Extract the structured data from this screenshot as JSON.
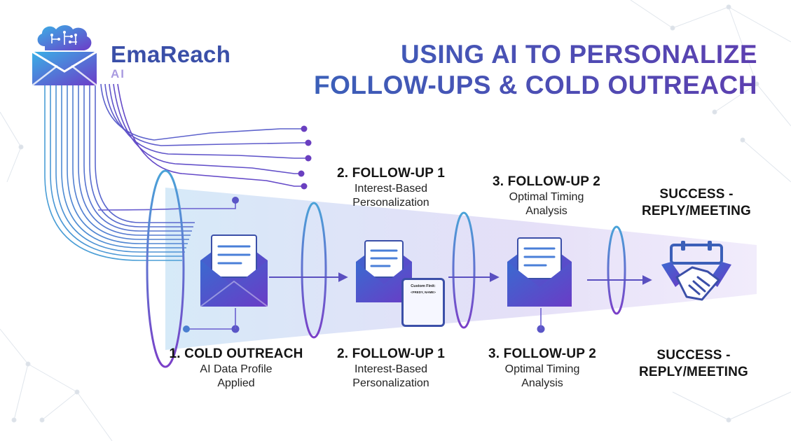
{
  "brand": {
    "name": "EmaReach",
    "sub": "AI"
  },
  "title": {
    "line1": "USING AI TO PERSONALIZE",
    "line2": "FOLLOW-UPS & COLD OUTREACH"
  },
  "stages_top": [
    {
      "heading": "2. FOLLOW-UP 1",
      "line1": "Interest-Based",
      "line2": "Personalization"
    },
    {
      "heading": "3. FOLLOW-UP 2",
      "line1": "Optimal Timing",
      "line2": "Analysis"
    },
    {
      "heading": "SUCCESS -",
      "line1": "REPLY/MEETING"
    }
  ],
  "stages_bottom": [
    {
      "heading": "1. COLD OUTREACH",
      "line1": "AI Data Profile",
      "line2": "Applied"
    },
    {
      "heading": "2. FOLLOW-UP 1",
      "line1": "Interest-Based",
      "line2": "Personalization"
    },
    {
      "heading": "3. FOLLOW-UP 2",
      "line1": "Optimal Timing",
      "line2": "Analysis"
    },
    {
      "heading": "SUCCESS -",
      "line1": "REPLY/MEETING"
    }
  ],
  "template_card": {
    "title": "Custom Finit:",
    "field": "<FREDY, NAME>"
  },
  "icons": [
    "brain-envelope-logo-icon",
    "envelope-icon",
    "handshake-calendar-icon",
    "cursor-icon"
  ],
  "colors": {
    "blue": "#3b5fb8",
    "purple": "#6a3fc0",
    "light_purple": "#a99be0",
    "text": "#141414"
  }
}
